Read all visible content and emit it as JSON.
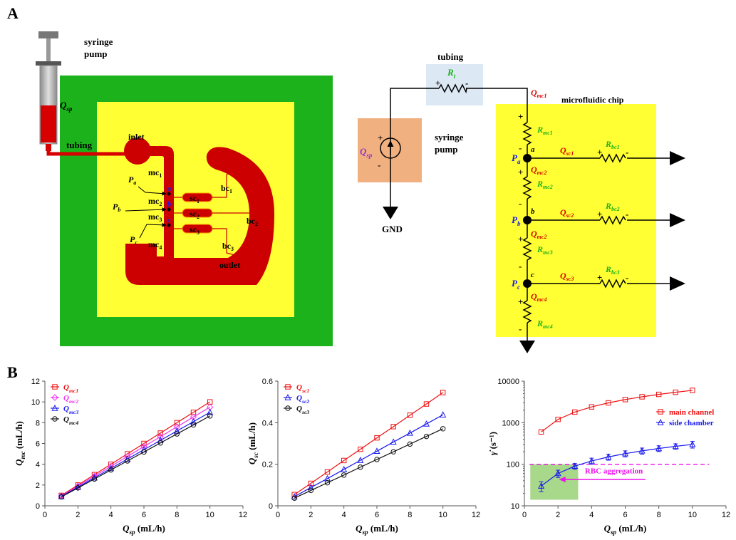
{
  "panel_a": {
    "label": "A",
    "chip": {
      "syringe_line1": "syringe",
      "syringe_line2": "pump",
      "q_sp_main": "Q",
      "q_sp_sub": "sp",
      "tubing": "tubing",
      "inlet": "inlet",
      "outlet": "outlet",
      "mc1": "mc",
      "mc1_sub": "1",
      "mc2": "mc",
      "mc2_sub": "2",
      "mc3": "mc",
      "mc3_sub": "3",
      "mc4": "mc",
      "mc4_sub": "4",
      "bc1": "bc",
      "bc1_sub": "1",
      "bc2": "bc",
      "bc2_sub": "2",
      "bc3": "bc",
      "bc3_sub": "3",
      "sc1": "sc",
      "sc1_sub": "1",
      "sc2": "sc",
      "sc2_sub": "2",
      "sc3": "sc",
      "sc3_sub": "3",
      "pa": "P",
      "pa_sub": "a",
      "pb": "P",
      "pb_sub": "b",
      "pc": "P",
      "pc_sub": "c",
      "node_a": "a",
      "node_b": "b",
      "node_c": "c"
    },
    "circuit": {
      "tubing": "tubing",
      "rt": "R",
      "rt_sub": "t",
      "syringe_line1": "syringe",
      "syringe_line2": "pump",
      "qsp": "Q",
      "qsp_sub": "sp",
      "gnd": "GND",
      "chip_label": "microfluidic chip",
      "qmc1": "Q",
      "qmc1_sub": "mc1",
      "qmc2a": "Q",
      "qmc2a_sub": "mc2",
      "qmc2b": "Q",
      "qmc2b_sub": "mc2",
      "qmc4": "Q",
      "qmc4_sub": "mc4",
      "rmc1": "R",
      "rmc1_sub": "mc1",
      "rmc2": "R",
      "rmc2_sub": "mc2",
      "rmc3": "R",
      "rmc3_sub": "mc3",
      "rmc4": "R",
      "rmc4_sub": "mc4",
      "qsc1": "Q",
      "qsc1_sub": "sc1",
      "qsc2": "Q",
      "qsc2_sub": "sc2",
      "qsc3": "Q",
      "qsc3_sub": "sc3",
      "rbc1": "R",
      "rbc1_sub": "bc1",
      "rbc2": "R",
      "rbc2_sub": "bc2",
      "rbc3": "R",
      "rbc3_sub": "bc3",
      "pa": "P",
      "pa_sub": "a",
      "pb": "P",
      "pb_sub": "b",
      "pc": "P",
      "pc_sub": "c",
      "node_a": "a",
      "node_b": "b",
      "node_c": "c",
      "plus": "+",
      "minus": "-"
    },
    "colors": {
      "green": "#1bb21b",
      "yellow": "#ffff33",
      "red": "#cc0000",
      "tubing_box": "#dce8f4",
      "pump_box": "#f0b080"
    }
  },
  "panel_b": {
    "label": "B"
  },
  "chart_data": [
    {
      "type": "line",
      "xlabel_main": "Q",
      "xlabel_sub": "sp",
      "xlabel_unit": " (mL/h)",
      "ylabel_main": "Q",
      "ylabel_sub": "mc",
      "ylabel_unit": " (mL/h)",
      "xlim": [
        0,
        12
      ],
      "ylim": [
        0,
        12
      ],
      "xticks": [
        0,
        2,
        4,
        6,
        8,
        10,
        12
      ],
      "yticks": [
        0,
        2,
        4,
        6,
        8,
        10,
        12
      ],
      "x": [
        1,
        2,
        3,
        4,
        5,
        6,
        7,
        8,
        9,
        10
      ],
      "series": [
        {
          "name": "Q",
          "name_sub": "mc1",
          "color": "#ee1111",
          "marker": "square",
          "values": [
            1.0,
            2.0,
            3.0,
            4.0,
            5.0,
            6.0,
            7.0,
            8.0,
            9.0,
            10.0
          ]
        },
        {
          "name": "Q",
          "name_sub": "mc2",
          "color": "#ee33ee",
          "marker": "diamond",
          "values": [
            0.95,
            1.9,
            2.85,
            3.8,
            4.75,
            5.7,
            6.65,
            7.6,
            8.55,
            9.5
          ]
        },
        {
          "name": "Q",
          "name_sub": "mc3",
          "color": "#1a1aee",
          "marker": "triangle",
          "values": [
            0.9,
            1.8,
            2.7,
            3.6,
            4.5,
            5.4,
            6.3,
            7.2,
            8.1,
            9.0
          ]
        },
        {
          "name": "Q",
          "name_sub": "mc4",
          "color": "#111111",
          "marker": "circle",
          "values": [
            0.86,
            1.72,
            2.58,
            3.45,
            4.32,
            5.18,
            6.05,
            6.92,
            7.78,
            8.65
          ]
        }
      ]
    },
    {
      "type": "line",
      "xlabel_main": "Q",
      "xlabel_sub": "sp",
      "xlabel_unit": " (mL/h)",
      "ylabel_main": "Q",
      "ylabel_sub": "sc",
      "ylabel_unit": " (mL/h)",
      "xlim": [
        0,
        12
      ],
      "ylim": [
        0,
        0.6
      ],
      "xticks": [
        0,
        2,
        4,
        6,
        8,
        10,
        12
      ],
      "yticks": [
        0,
        0.2,
        0.4,
        0.6
      ],
      "x": [
        1,
        2,
        3,
        4,
        5,
        6,
        7,
        8,
        9,
        10
      ],
      "series": [
        {
          "name": "Q",
          "name_sub": "sc1",
          "color": "#ee1111",
          "marker": "square",
          "values": [
            0.054,
            0.108,
            0.163,
            0.218,
            0.272,
            0.327,
            0.381,
            0.436,
            0.49,
            0.545
          ]
        },
        {
          "name": "Q",
          "name_sub": "sc2",
          "color": "#1a1aee",
          "marker": "triangle",
          "values": [
            0.044,
            0.088,
            0.131,
            0.175,
            0.219,
            0.263,
            0.307,
            0.35,
            0.394,
            0.438
          ]
        },
        {
          "name": "Q",
          "name_sub": "sc3",
          "color": "#111111",
          "marker": "circle",
          "values": [
            0.037,
            0.074,
            0.111,
            0.148,
            0.186,
            0.223,
            0.26,
            0.297,
            0.334,
            0.371
          ]
        }
      ]
    },
    {
      "type": "line",
      "log_y": true,
      "xlabel_main": "Q",
      "xlabel_sub": "sp",
      "xlabel_unit": " (mL/h)",
      "ylabel_main": "γ̇",
      "ylabel_unit": " (s⁻¹)",
      "xlim": [
        0,
        12
      ],
      "ylim": [
        10,
        10000
      ],
      "xticks": [
        0,
        2,
        4,
        6,
        8,
        10,
        12
      ],
      "yticks": [
        10,
        100,
        1000,
        10000
      ],
      "x": [
        1,
        2,
        3,
        4,
        5,
        6,
        7,
        8,
        9,
        10
      ],
      "threshold": 100,
      "annotation": "RBC aggregation",
      "series": [
        {
          "name": "main channel",
          "color": "#ee1111",
          "marker": "square",
          "values": [
            600,
            1200,
            1800,
            2400,
            3000,
            3600,
            4200,
            4800,
            5400,
            6000
          ]
        },
        {
          "name": "side chamber",
          "color": "#1a1aee",
          "marker": "triangle",
          "values": [
            30,
            60,
            90,
            120,
            150,
            180,
            210,
            240,
            270,
            300
          ],
          "errors": [
            8,
            12,
            14,
            20,
            25,
            30,
            35,
            38,
            40,
            55
          ]
        }
      ]
    }
  ]
}
